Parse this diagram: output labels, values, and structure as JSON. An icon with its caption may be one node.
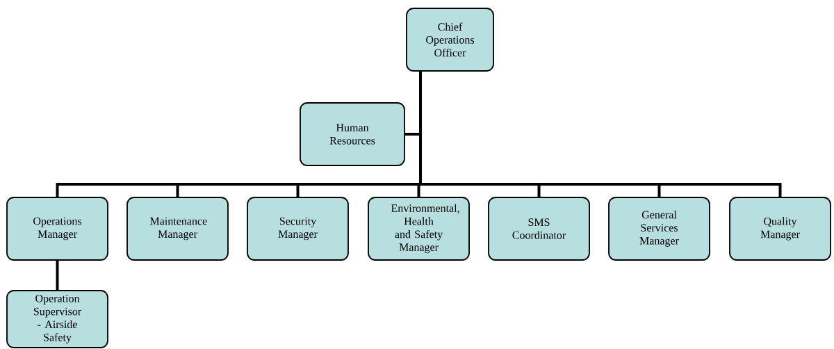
{
  "diagram": {
    "nodes": [
      {
        "text": [
          "Chief Operations Officer"
        ]
      },
      {
        "text": [
          "Human Resources"
        ]
      },
      {
        "text": [
          "Operations Manager"
        ]
      },
      {
        "text": [
          "Maintenance Manager"
        ]
      },
      {
        "text": [
          "Security Manager"
        ]
      },
      {
        "text": [
          "Environmental, Health and Safety Manager"
        ]
      },
      {
        "text": [
          "SMS Coordinator"
        ]
      },
      {
        "text": [
          "General Services Manager"
        ]
      },
      {
        "text": [
          "Quality Manager"
        ]
      },
      {
        "text": [
          "Operation Supervisor - Airside Safety"
        ]
      }
    ],
    "edges": [
      {
        "from": 0,
        "to": 1,
        "arrow": "none"
      },
      {
        "from": 0,
        "to": 2,
        "arrow": "none"
      },
      {
        "from": 0,
        "to": 3,
        "arrow": "none"
      },
      {
        "from": 0,
        "to": 4,
        "arrow": "none"
      },
      {
        "from": 0,
        "to": 5,
        "arrow": "none"
      },
      {
        "from": 0,
        "to": 6,
        "arrow": "none"
      },
      {
        "from": 0,
        "to": 7,
        "arrow": "none"
      },
      {
        "from": 0,
        "to": 8,
        "arrow": "none"
      },
      {
        "from": 2,
        "to": 9,
        "arrow": "none"
      }
    ]
  }
}
